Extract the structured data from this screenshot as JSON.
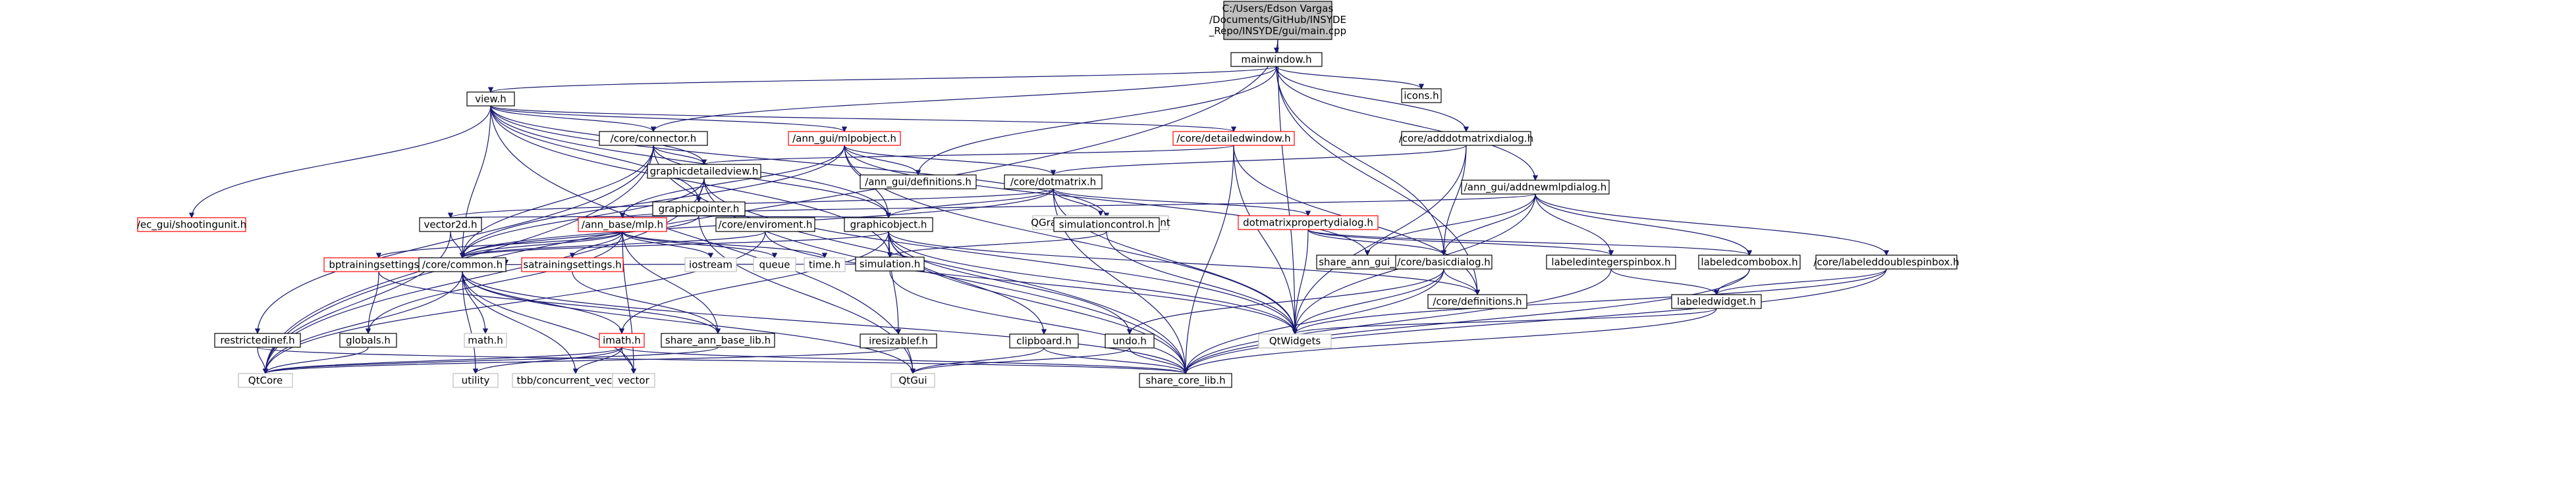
{
  "colors": {
    "edge": "#191970",
    "node_border": "#000000",
    "node_fill": "#ffffff",
    "root_fill": "#bfbfbf",
    "truncated_border": "#ff0000",
    "external_border": "#bfbfbf",
    "text": "#000000"
  },
  "nodes": [
    {
      "id": "root",
      "label": "C:/Users/Edson Vargas/Documents/GitHub/INSYDE_Repo/INSYDE/gui/main.cpp",
      "kind": "root"
    },
    {
      "id": "mainwindow",
      "label": "mainwindow.h",
      "kind": "normal"
    },
    {
      "id": "icons",
      "label": "icons.h",
      "kind": "normal"
    },
    {
      "id": "view",
      "label": "view.h",
      "kind": "normal"
    },
    {
      "id": "connector",
      "label": "/core/connector.h",
      "kind": "normal"
    },
    {
      "id": "annmlpobject",
      "label": "/ann_gui/mlpobject.h",
      "kind": "truncated"
    },
    {
      "id": "detailedwindow",
      "label": "/core/detailedwindow.h",
      "kind": "truncated"
    },
    {
      "id": "adddotmatrixdialog",
      "label": "/core/adddotmatrixdialog.h",
      "kind": "normal"
    },
    {
      "id": "graphicdetailedview",
      "label": "graphicdetailedview.h",
      "kind": "normal"
    },
    {
      "id": "anndefinitions",
      "label": "/ann_gui/definitions.h",
      "kind": "normal"
    },
    {
      "id": "dotmatrix",
      "label": "/core/dotmatrix.h",
      "kind": "normal"
    },
    {
      "id": "annaddnewmlp",
      "label": "/ann_gui/addnewmlpdialog.h",
      "kind": "normal"
    },
    {
      "id": "graphicpointer",
      "label": "graphicpointer.h",
      "kind": "normal"
    },
    {
      "id": "qgraphicshover",
      "label": "QGraphicsSceneHoverEvent",
      "kind": "external"
    },
    {
      "id": "dotmatrixprop",
      "label": "dotmatrixpropertydialog.h",
      "kind": "truncated"
    },
    {
      "id": "ecgui",
      "label": "/ec_gui/shootingunit.h",
      "kind": "truncated"
    },
    {
      "id": "vector2d",
      "label": "vector2d.h",
      "kind": "normal"
    },
    {
      "id": "annbasemlp",
      "label": "/ann_base/mlp.h",
      "kind": "truncated"
    },
    {
      "id": "enviroment",
      "label": "/core/enviroment.h",
      "kind": "normal"
    },
    {
      "id": "graphicobject",
      "label": "graphicobject.h",
      "kind": "normal"
    },
    {
      "id": "simulationcontrol",
      "label": "simulationcontrol.h",
      "kind": "normal"
    },
    {
      "id": "shareanngui",
      "label": "share_ann_gui_lib.h",
      "kind": "normal"
    },
    {
      "id": "basicdialog",
      "label": "/core/basicdialog.h",
      "kind": "normal"
    },
    {
      "id": "labeledinteger",
      "label": "labeledintegerspinbox.h",
      "kind": "normal"
    },
    {
      "id": "labeledcombobox",
      "label": "labeledcombobox.h",
      "kind": "normal"
    },
    {
      "id": "labeleddouble",
      "label": "/core/labeleddoublespinbox.h",
      "kind": "normal"
    },
    {
      "id": "bptraining",
      "label": "bptrainingsettings.h",
      "kind": "truncated"
    },
    {
      "id": "corecommon",
      "label": "/core/common.h",
      "kind": "normal"
    },
    {
      "id": "satraining",
      "label": "satrainingsettings.h",
      "kind": "truncated"
    },
    {
      "id": "iostream",
      "label": "iostream",
      "kind": "external"
    },
    {
      "id": "queue",
      "label": "queue",
      "kind": "external"
    },
    {
      "id": "timeh",
      "label": "time.h",
      "kind": "external"
    },
    {
      "id": "simulationh",
      "label": "simulation.h",
      "kind": "normal"
    },
    {
      "id": "coredefinitions",
      "label": "/core/definitions.h",
      "kind": "normal"
    },
    {
      "id": "labeledwidget",
      "label": "labeledwidget.h",
      "kind": "normal"
    },
    {
      "id": "restrictedinef",
      "label": "restrictedinef.h",
      "kind": "normal"
    },
    {
      "id": "globals",
      "label": "globals.h",
      "kind": "normal"
    },
    {
      "id": "mathh",
      "label": "math.h",
      "kind": "external"
    },
    {
      "id": "imath",
      "label": "imath.h",
      "kind": "truncated"
    },
    {
      "id": "shareannbase",
      "label": "share_ann_base_lib.h",
      "kind": "normal"
    },
    {
      "id": "iresizable",
      "label": "iresizablef.h",
      "kind": "normal"
    },
    {
      "id": "clipboard",
      "label": "clipboard.h",
      "kind": "normal"
    },
    {
      "id": "undo",
      "label": "undo.h",
      "kind": "normal"
    },
    {
      "id": "qtwidgets",
      "label": "QtWidgets",
      "kind": "external"
    },
    {
      "id": "qtcore",
      "label": "QtCore",
      "kind": "external"
    },
    {
      "id": "utility",
      "label": "utility",
      "kind": "external"
    },
    {
      "id": "tbbconcurrent",
      "label": "tbb/concurrent_vector.h",
      "kind": "external"
    },
    {
      "id": "vectorstd",
      "label": "vector",
      "kind": "external"
    },
    {
      "id": "qtgui",
      "label": "QtGui",
      "kind": "external"
    },
    {
      "id": "sharecore",
      "label": "share_core_lib.h",
      "kind": "normal"
    }
  ],
  "edges": [
    [
      "root",
      "mainwindow"
    ],
    [
      "root",
      "qtcore"
    ],
    [
      "root",
      "qtwidgets"
    ],
    [
      "mainwindow",
      "view"
    ],
    [
      "mainwindow",
      "icons"
    ],
    [
      "mainwindow",
      "connector"
    ],
    [
      "mainwindow",
      "adddotmatrixdialog"
    ],
    [
      "mainwindow",
      "annaddnewmlp"
    ],
    [
      "mainwindow",
      "basicdialog"
    ],
    [
      "mainwindow",
      "coredefinitions"
    ],
    [
      "mainwindow",
      "anndefinitions"
    ],
    [
      "view",
      "connector"
    ],
    [
      "view",
      "annmlpobject"
    ],
    [
      "view",
      "detailedwindow"
    ],
    [
      "view",
      "graphicdetailedview"
    ],
    [
      "view",
      "graphicpointer"
    ],
    [
      "view",
      "graphicobject"
    ],
    [
      "view",
      "ecgui"
    ],
    [
      "view",
      "corecommon"
    ],
    [
      "view",
      "simulationcontrol"
    ],
    [
      "view",
      "simulationh"
    ],
    [
      "view",
      "qtgui"
    ],
    [
      "connector",
      "graphicdetailedview"
    ],
    [
      "connector",
      "graphicobject"
    ],
    [
      "connector",
      "corecommon"
    ],
    [
      "connector",
      "qtcore"
    ],
    [
      "connector",
      "sharecore"
    ],
    [
      "connector",
      "restrictedinef"
    ],
    [
      "annmlpobject",
      "anndefinitions"
    ],
    [
      "annmlpobject",
      "dotmatrix"
    ],
    [
      "annmlpobject",
      "graphicobject"
    ],
    [
      "annmlpobject",
      "annbasemlp"
    ],
    [
      "annmlpobject",
      "shareanngui"
    ],
    [
      "annmlpobject",
      "qtwidgets"
    ],
    [
      "annmlpobject",
      "corecommon"
    ],
    [
      "detailedwindow",
      "graphicdetailedview"
    ],
    [
      "detailedwindow",
      "qtwidgets"
    ],
    [
      "detailedwindow",
      "sharecore"
    ],
    [
      "detailedwindow",
      "coredefinitions"
    ],
    [
      "adddotmatrixdialog",
      "dotmatrix"
    ],
    [
      "adddotmatrixdialog",
      "basicdialog"
    ],
    [
      "adddotmatrixdialog",
      "qtwidgets"
    ],
    [
      "graphicdetailedview",
      "graphicpointer"
    ],
    [
      "graphicdetailedview",
      "qtwidgets"
    ],
    [
      "graphicdetailedview",
      "sharecore"
    ],
    [
      "graphicdetailedview",
      "qtcore"
    ],
    [
      "graphicdetailedview",
      "corecommon"
    ],
    [
      "dotmatrix",
      "graphicobject"
    ],
    [
      "dotmatrix",
      "qgraphicshover"
    ],
    [
      "dotmatrix",
      "dotmatrixprop"
    ],
    [
      "dotmatrix",
      "sharecore"
    ],
    [
      "dotmatrix",
      "corecommon"
    ],
    [
      "dotmatrix",
      "vector2d"
    ],
    [
      "dotmatrix",
      "qtwidgets"
    ],
    [
      "annaddnewmlp",
      "basicdialog"
    ],
    [
      "annaddnewmlp",
      "labeledinteger"
    ],
    [
      "annaddnewmlp",
      "labeledcombobox"
    ],
    [
      "annaddnewmlp",
      "labeleddouble"
    ],
    [
      "annaddnewmlp",
      "annbasemlp"
    ],
    [
      "annaddnewmlp",
      "shareanngui"
    ],
    [
      "annaddnewmlp",
      "qtwidgets"
    ],
    [
      "graphicpointer",
      "graphicobject"
    ],
    [
      "graphicpointer",
      "vector2d"
    ],
    [
      "graphicpointer",
      "qtgui"
    ],
    [
      "graphicpointer",
      "corecommon"
    ],
    [
      "dotmatrixprop",
      "basicdialog"
    ],
    [
      "dotmatrixprop",
      "labeledinteger"
    ],
    [
      "dotmatrixprop",
      "labeledcombobox"
    ],
    [
      "dotmatrixprop",
      "qtwidgets"
    ],
    [
      "vector2d",
      "corecommon"
    ],
    [
      "vector2d",
      "qtcore"
    ],
    [
      "annbasemlp",
      "corecommon"
    ],
    [
      "annbasemlp",
      "bptraining"
    ],
    [
      "annbasemlp",
      "satraining"
    ],
    [
      "annbasemlp",
      "iostream"
    ],
    [
      "annbasemlp",
      "queue"
    ],
    [
      "annbasemlp",
      "timeh"
    ],
    [
      "annbasemlp",
      "globals"
    ],
    [
      "annbasemlp",
      "shareannbase"
    ],
    [
      "annbasemlp",
      "vectorstd"
    ],
    [
      "enviroment",
      "corecommon"
    ],
    [
      "enviroment",
      "qtwidgets"
    ],
    [
      "enviroment",
      "qtcore"
    ],
    [
      "graphicobject",
      "simulationh"
    ],
    [
      "graphicobject",
      "corecommon"
    ],
    [
      "graphicobject",
      "coredefinitions"
    ],
    [
      "graphicobject",
      "iresizable"
    ],
    [
      "graphicobject",
      "clipboard"
    ],
    [
      "graphicobject",
      "undo"
    ],
    [
      "graphicobject",
      "qtwidgets"
    ],
    [
      "graphicobject",
      "sharecore"
    ],
    [
      "graphicobject",
      "imath"
    ],
    [
      "simulationcontrol",
      "qtwidgets"
    ],
    [
      "simulationcontrol",
      "simulationh"
    ],
    [
      "basicdialog",
      "coredefinitions"
    ],
    [
      "basicdialog",
      "qtwidgets"
    ],
    [
      "basicdialog",
      "sharecore"
    ],
    [
      "basicdialog",
      "undo"
    ],
    [
      "labeledinteger",
      "labeledwidget"
    ],
    [
      "labeledinteger",
      "sharecore"
    ],
    [
      "labeledcombobox",
      "labeledwidget"
    ],
    [
      "labeledcombobox",
      "sharecore"
    ],
    [
      "labeleddouble",
      "labeledwidget"
    ],
    [
      "labeleddouble",
      "qtwidgets"
    ],
    [
      "labeleddouble",
      "sharecore"
    ],
    [
      "bptraining",
      "globals"
    ],
    [
      "bptraining",
      "shareannbase"
    ],
    [
      "corecommon",
      "qtcore"
    ],
    [
      "corecommon",
      "mathh"
    ],
    [
      "corecommon",
      "imath"
    ],
    [
      "corecommon",
      "utility"
    ],
    [
      "corecommon",
      "tbbconcurrent"
    ],
    [
      "corecommon",
      "vectorstd"
    ],
    [
      "corecommon",
      "qtgui"
    ],
    [
      "corecommon",
      "sharecore"
    ],
    [
      "satraining",
      "shareannbase"
    ],
    [
      "simulationh",
      "corecommon"
    ],
    [
      "simulationh",
      "sharecore"
    ],
    [
      "labeledwidget",
      "qtwidgets"
    ],
    [
      "labeledwidget",
      "sharecore"
    ],
    [
      "restrictedinef",
      "qtcore"
    ],
    [
      "restrictedinef",
      "sharecore"
    ],
    [
      "globals",
      "qtcore"
    ],
    [
      "imath",
      "qtcore"
    ],
    [
      "imath",
      "utility"
    ],
    [
      "imath",
      "tbbconcurrent"
    ],
    [
      "imath",
      "vectorstd"
    ],
    [
      "imath",
      "sharecore"
    ],
    [
      "iresizable",
      "qtcore"
    ],
    [
      "clipboard",
      "qtgui"
    ],
    [
      "clipboard",
      "sharecore"
    ],
    [
      "undo",
      "qtgui"
    ],
    [
      "undo",
      "sharecore"
    ],
    [
      "shareannbase",
      "qtcore"
    ]
  ]
}
